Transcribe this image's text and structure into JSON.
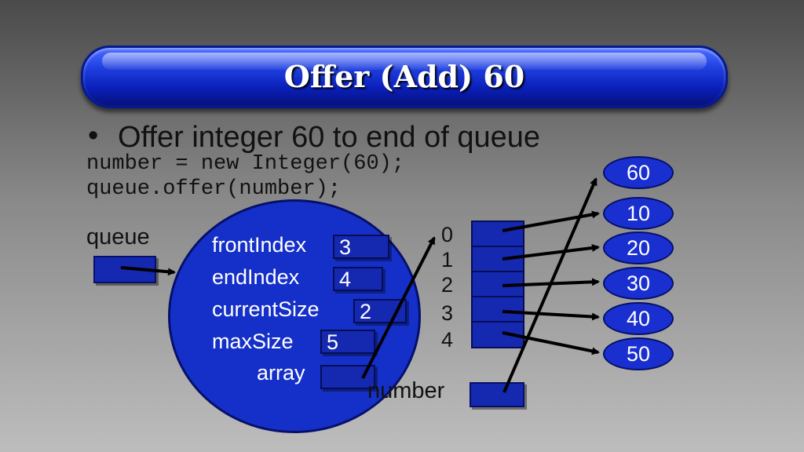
{
  "title": "Offer (Add) 60",
  "bullet": "Offer integer 60 to end of queue",
  "code": {
    "line1": "number = new Integer(60);",
    "line2": "queue.offer(number);"
  },
  "labels": {
    "queue": "queue",
    "number": "number"
  },
  "fields": [
    {
      "name": "frontIndex",
      "value": "3"
    },
    {
      "name": "endIndex",
      "value": "4"
    },
    {
      "name": "currentSize",
      "value": "2"
    },
    {
      "name": "maxSize",
      "value": "5"
    },
    {
      "name": "array",
      "value": ""
    }
  ],
  "indices": [
    "0",
    "1",
    "2",
    "3",
    "4"
  ],
  "values": [
    "60",
    "10",
    "20",
    "30",
    "40",
    "50"
  ],
  "colors": {
    "primary_blue": "#1528b0",
    "title_blue": "#1f3fe0"
  }
}
